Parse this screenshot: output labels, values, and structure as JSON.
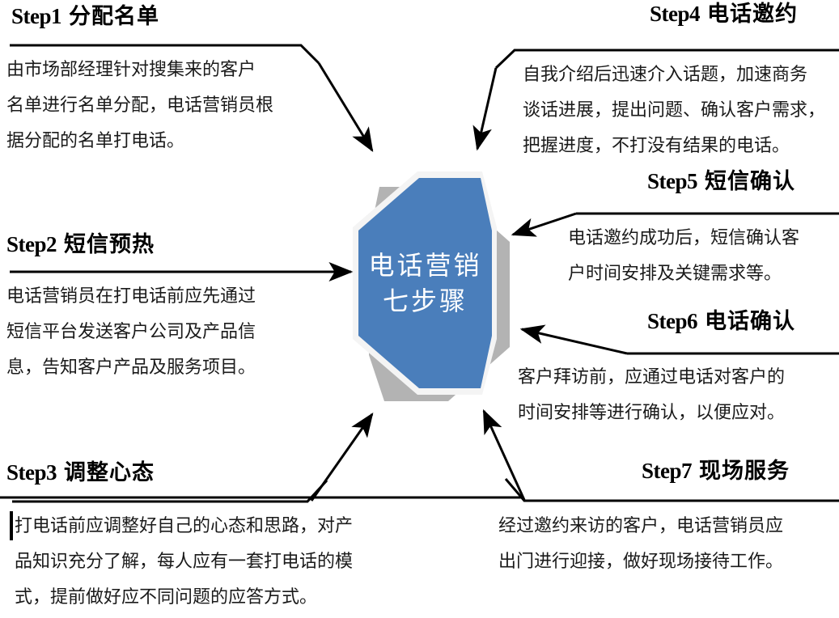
{
  "diagram": {
    "center": {
      "line1": "电话营销",
      "line2": "七步骤",
      "fill_color": "#4a7ebb",
      "border_color": "#f2f2f2",
      "shadow_color": "#a6a6a6",
      "text_color": "#ffffff"
    },
    "steps": [
      {
        "id": "step1",
        "number": "Step1",
        "title": "分配名单",
        "lines": [
          "由市场部经理针对搜集来的客户",
          "名单进行名单分配，电话营销员根",
          "据分配的名单打电话。"
        ]
      },
      {
        "id": "step2",
        "number": "Step2",
        "title": "短信预热",
        "lines": [
          "电话营销员在打电话前应先通过",
          "短信平台发送客户公司及产品信",
          "息，告知客户产品及服务项目。"
        ]
      },
      {
        "id": "step3",
        "number": "Step3",
        "title": "调整心态",
        "lines": [
          "打电话前应调整好自己的心态和思路，对产",
          "品知识充分了解，每人应有一套打电话的模",
          "式，提前做好应不同问题的应答方式。"
        ]
      },
      {
        "id": "step4",
        "number": "Step4",
        "title": "电话邀约",
        "lines": [
          "自我介绍后迅速介入话题，加速商务",
          "谈话进展，提出问题、确认客户需求，",
          "把握进度，不打没有结果的电话。"
        ]
      },
      {
        "id": "step5",
        "number": "Step5",
        "title": "短信确认",
        "lines": [
          "电话邀约成功后，短信确认客",
          "户时间安排及关键需求等。"
        ]
      },
      {
        "id": "step6",
        "number": "Step6",
        "title": "电话确认",
        "lines": [
          "客户拜访前，应通过电话对客户的",
          "时间安排等进行确认，以便应对。"
        ]
      },
      {
        "id": "step7",
        "number": "Step7",
        "title": "现场服务",
        "lines": [
          "经过邀约来访的客户，电话营销员应",
          "出门进行迎接，做好现场接待工作。"
        ]
      }
    ],
    "connector_color": "#000000"
  }
}
